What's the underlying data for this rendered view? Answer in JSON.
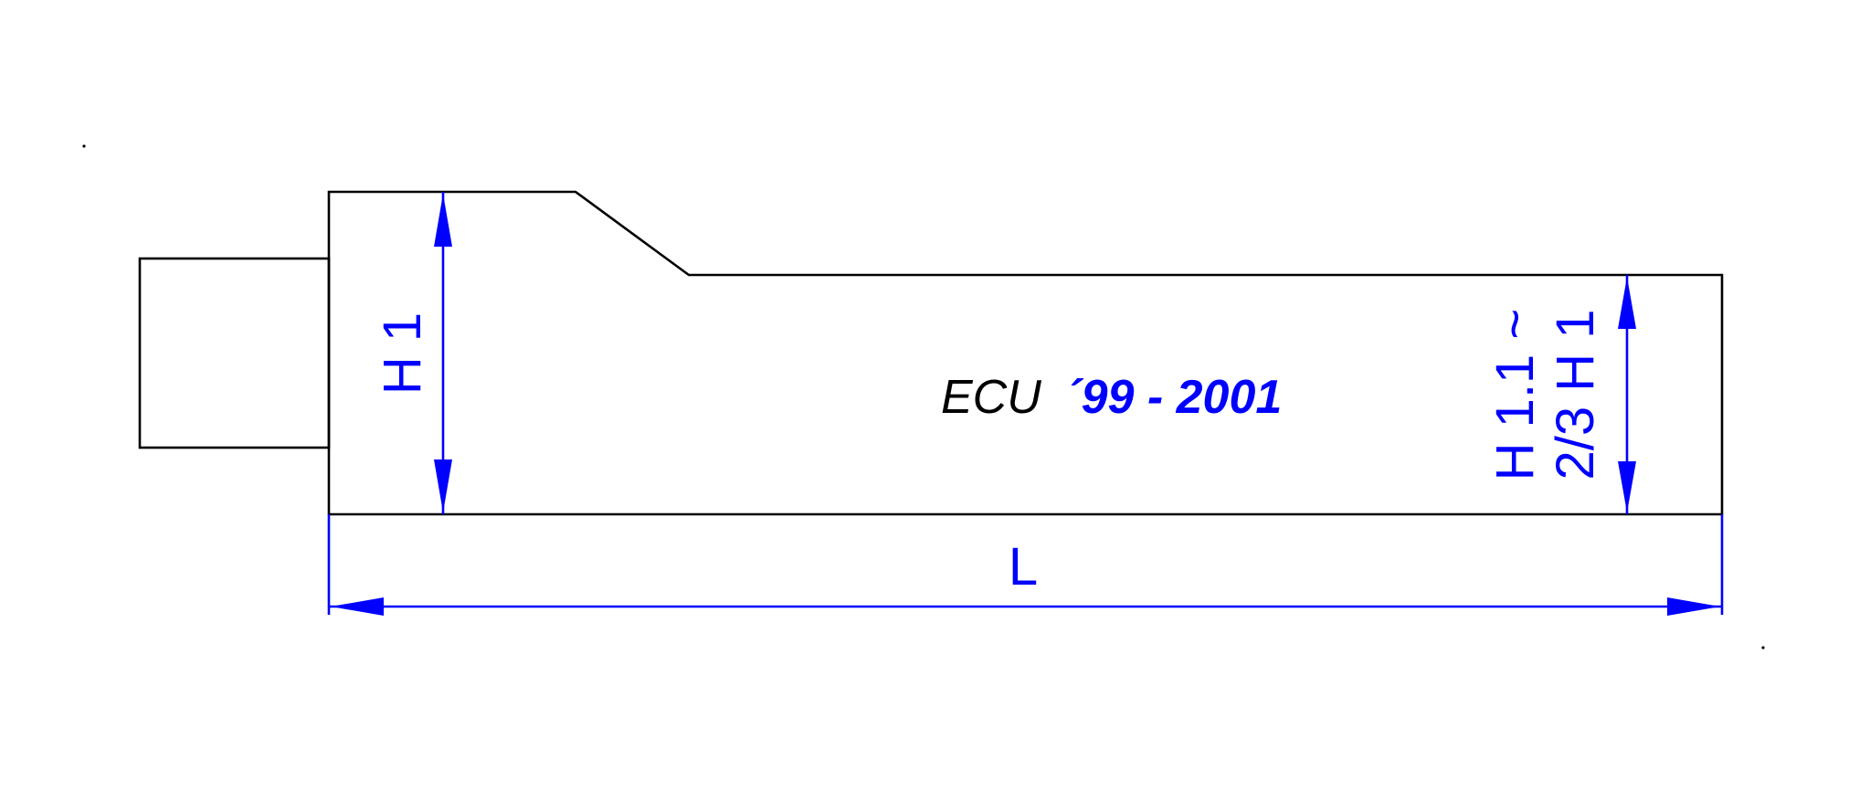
{
  "title": {
    "prefix": "ECU",
    "suffix": "´99 - 2001"
  },
  "dimensions": {
    "left_height": "H 1",
    "right_height_line1": "H 1.1 ~",
    "right_height_line2": "2/3 H 1",
    "length": "L"
  },
  "colors": {
    "outline": "#000000",
    "dimension": "#0000ff"
  }
}
